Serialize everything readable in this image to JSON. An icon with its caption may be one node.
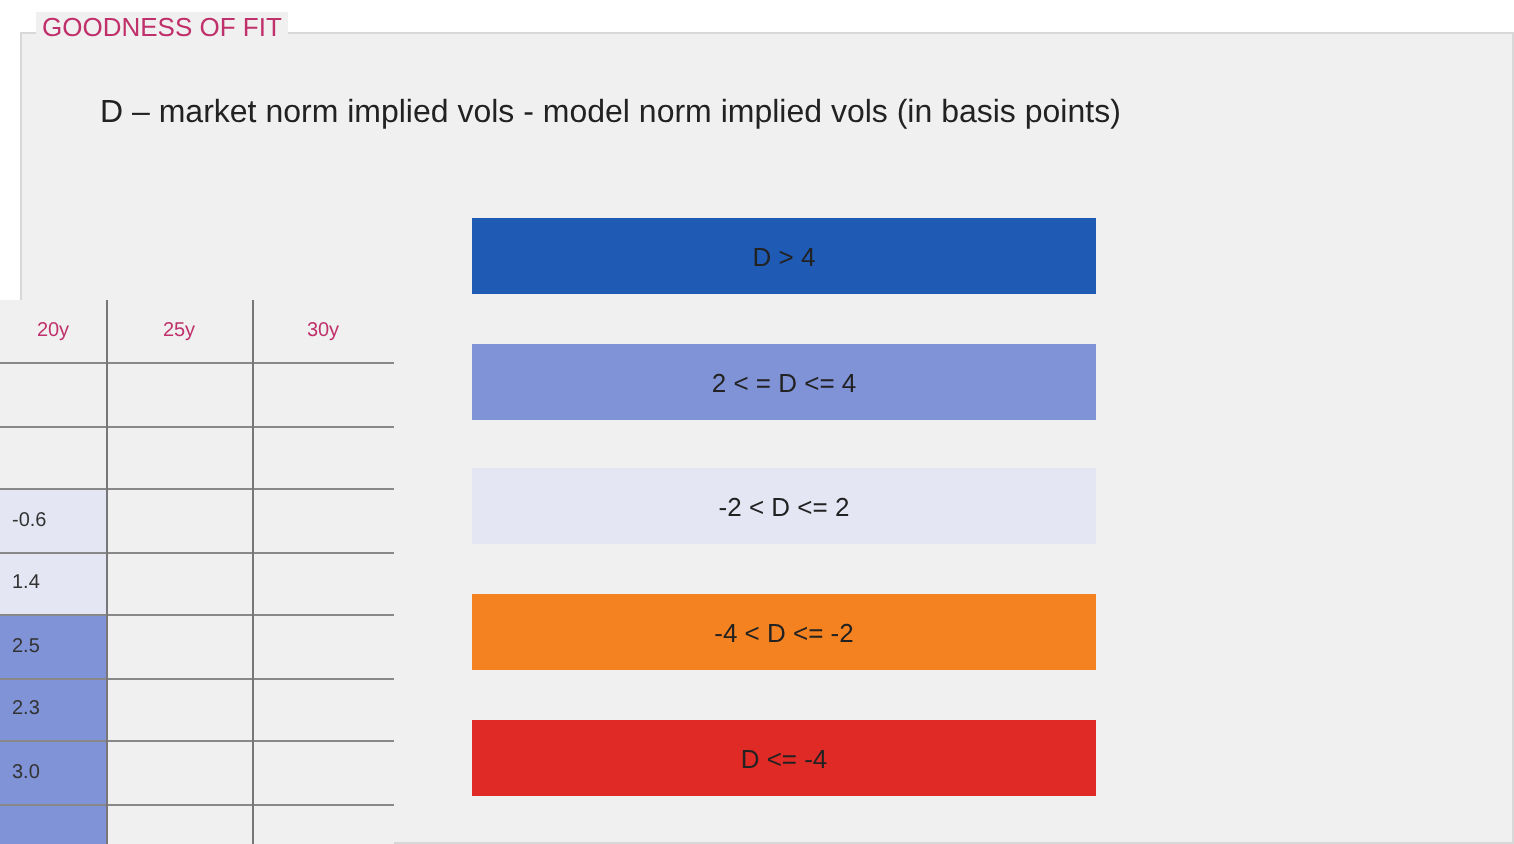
{
  "diagram": {
    "title": "GOODNESS OF FIT",
    "labels": [
      "D – market norm implied vols - model norm implied vols (in basis points)",
      "20y",
      "25y",
      "30y",
      "-0.6",
      "1.4",
      "2.5",
      "2.3",
      "3.0"
    ],
    "legend": [
      {
        "text": "D > 4",
        "color": "#1f5bb5"
      },
      {
        "text": "2 < = D <= 4",
        "color": "#7f93d6"
      },
      {
        "text": "-2 < D <= 2",
        "color": "#e4e6f4"
      },
      {
        "text": "-4 < D <= -2",
        "color": "#f58220"
      },
      {
        "text": "D <= -4",
        "color": "#e02a25"
      }
    ]
  }
}
